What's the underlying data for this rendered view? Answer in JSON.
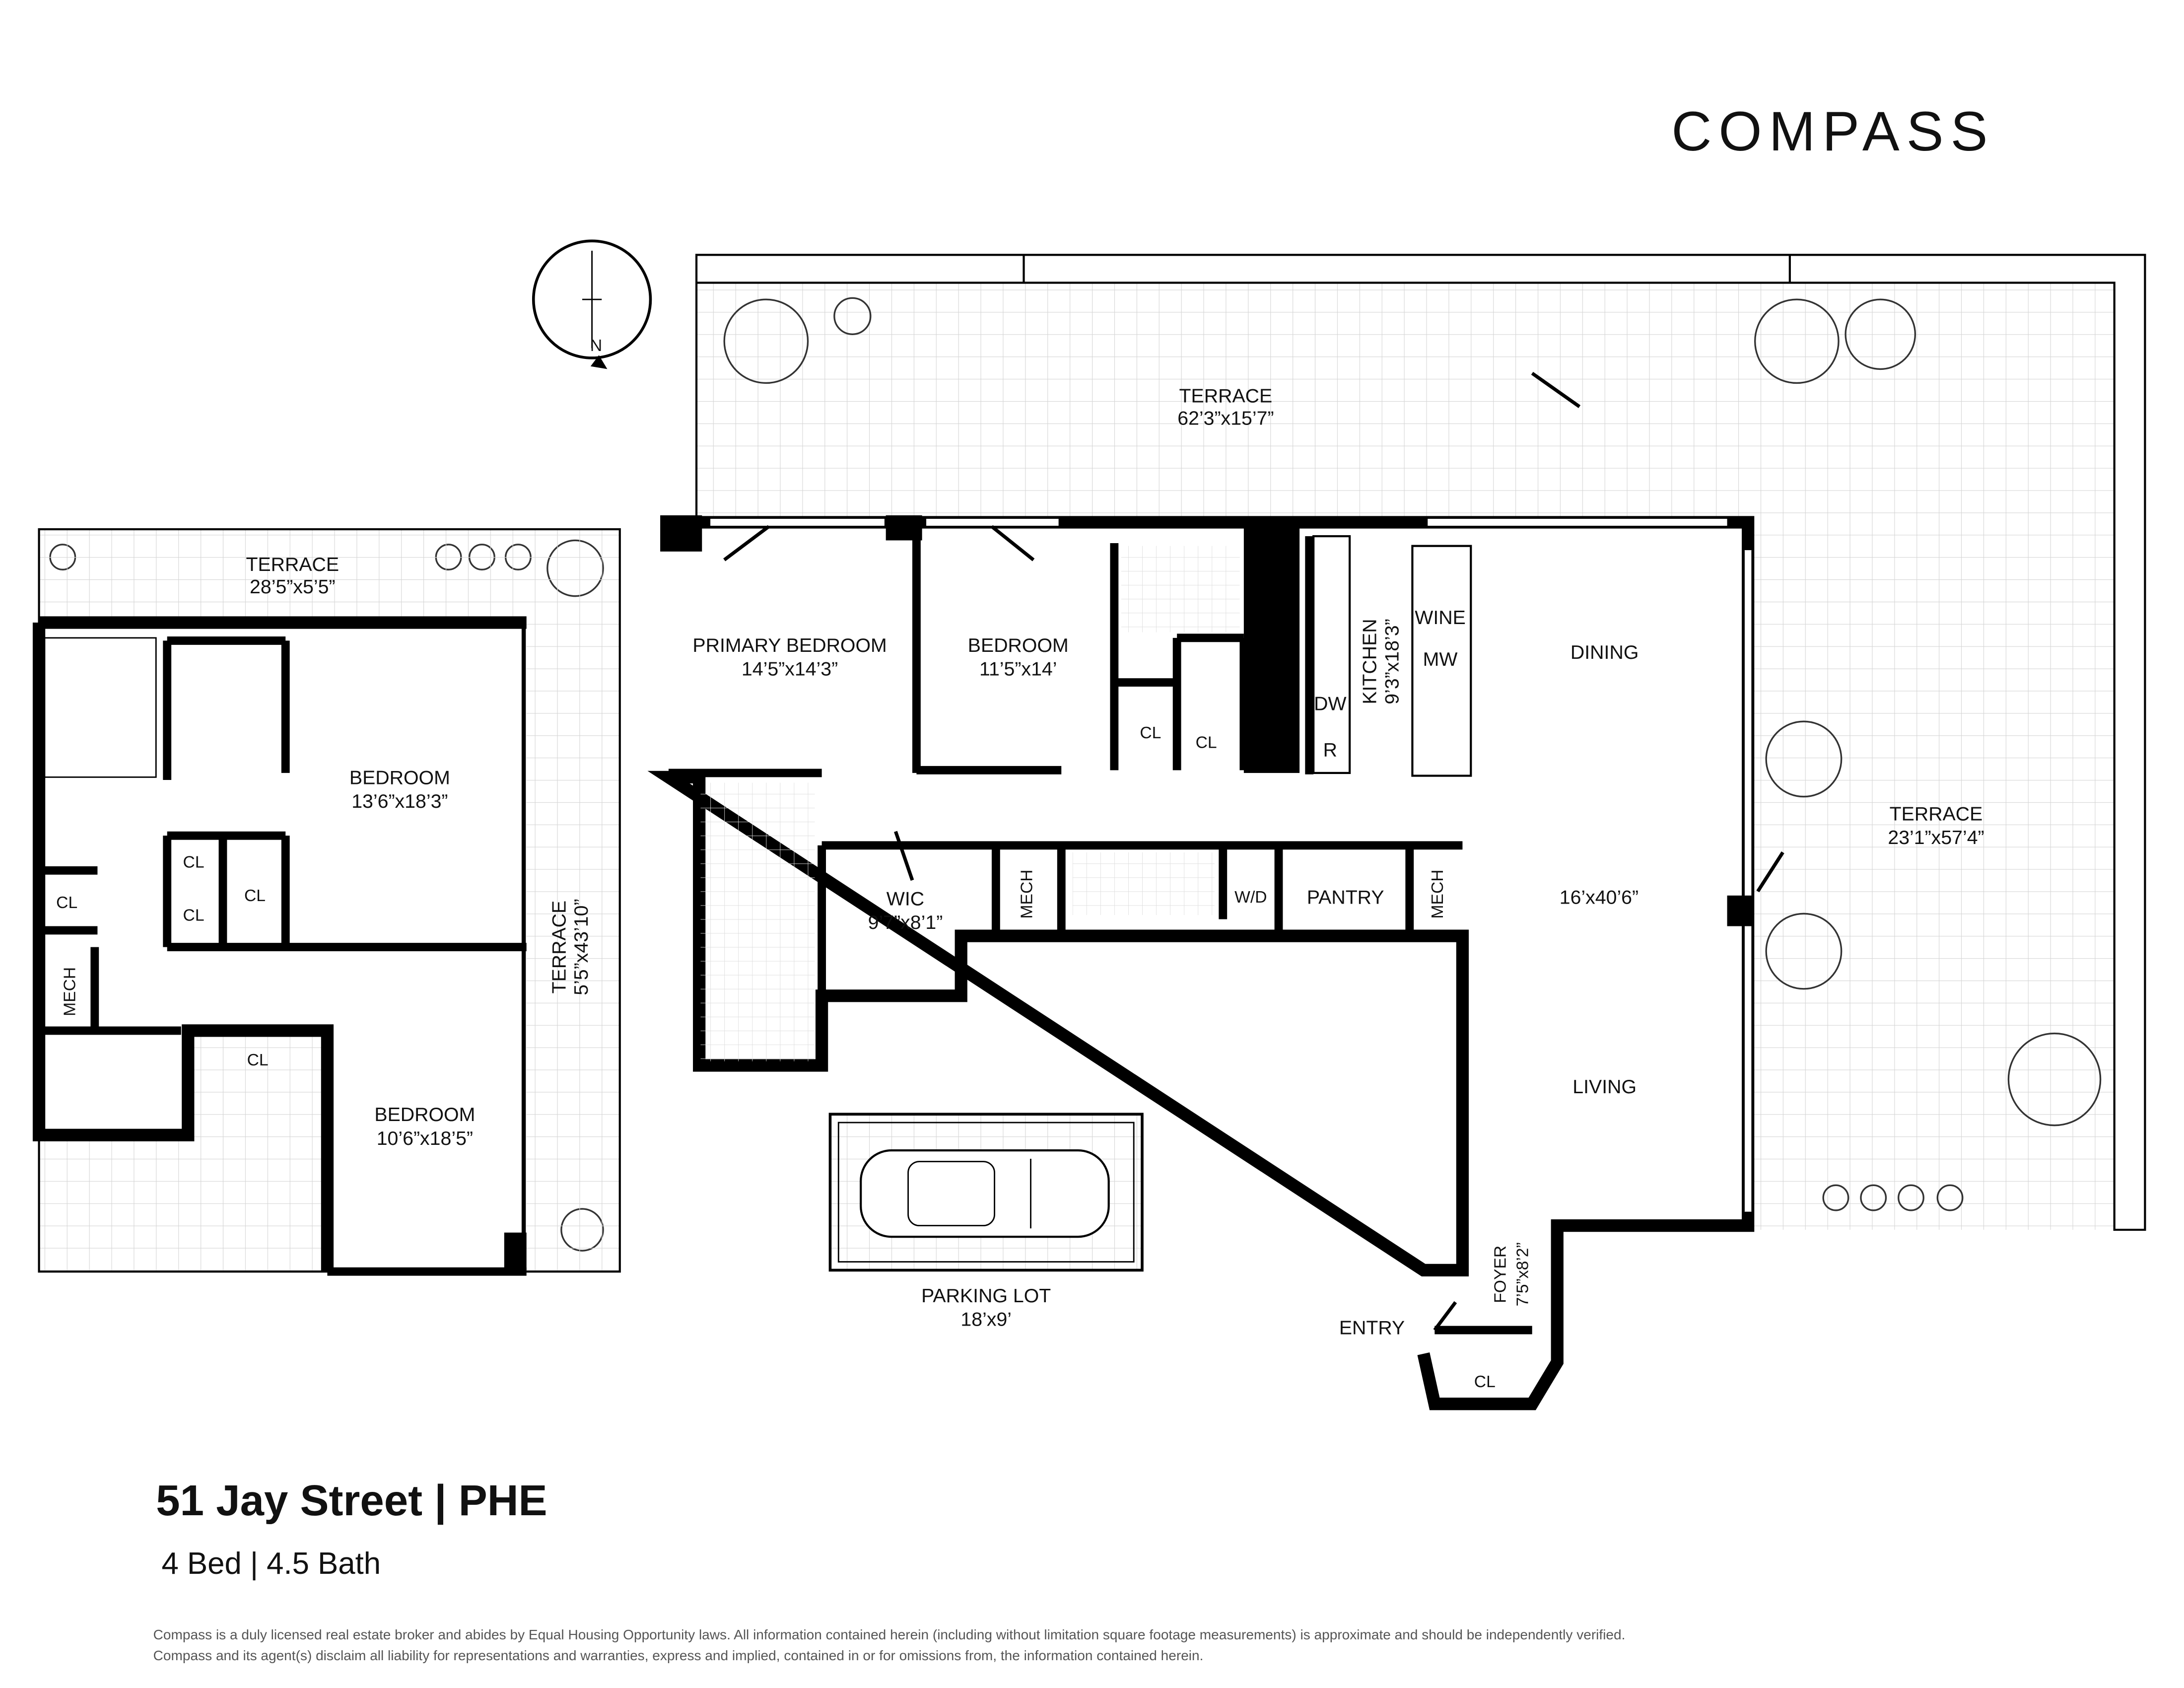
{
  "brand": {
    "logo": "COMPASS"
  },
  "listing": {
    "title": "51 Jay Street | PHE",
    "subtitle": "4 Bed | 4.5 Bath"
  },
  "compass_rose": {
    "label": "N",
    "icon": "north-arrow-icon"
  },
  "rooms": {
    "terrace_top": {
      "name": "TERRACE",
      "size": "62’3”x15’7”"
    },
    "terrace_right": {
      "name": "TERRACE",
      "size": "23’1”x57’4”"
    },
    "primary_bedroom": {
      "name": "PRIMARY BEDROOM",
      "size": "14’5”x14’3”"
    },
    "bedroom_main": {
      "name": "BEDROOM",
      "size": "11’5”x14’"
    },
    "kitchen": {
      "name": "KITCHEN",
      "size": "9’3”x18’3”"
    },
    "wine": "WINE",
    "mw": "MW",
    "dw": "DW",
    "r": "R",
    "dining": "DINING",
    "living_size": "16’x40’6”",
    "living": "LIVING",
    "wic": {
      "name": "WIC",
      "size": "9’7”x8’1”"
    },
    "mech1": "MECH",
    "wd": "W/D",
    "pantry": "PANTRY",
    "mech2": "MECH",
    "cl_a": "CL",
    "cl_b": "CL",
    "foyer": {
      "name": "FOYER",
      "size": "7’5”x8’2”"
    },
    "entry": "ENTRY",
    "cl_foyer": "CL",
    "parking": {
      "name": "PARKING LOT",
      "size": "18’x9’"
    },
    "upper_terrace_top": {
      "name": "TERRACE",
      "size": "28’5”x5’5”"
    },
    "upper_terrace_side": {
      "name": "TERRACE",
      "size": "5’5”x43’10”"
    },
    "upper_bedroom1": {
      "name": "BEDROOM",
      "size": "13’6”x18’3”"
    },
    "upper_bedroom2": {
      "name": "BEDROOM",
      "size": "10’6”x18’5”"
    },
    "upper_cl1": "CL",
    "upper_cl2": "CL",
    "upper_cl3": "CL",
    "upper_cl4": "CL",
    "upper_cl5": "CL",
    "upper_mech": "MECH"
  },
  "disclaimer": {
    "line1": "Compass is a duly licensed real estate broker and abides by Equal Housing Opportunity laws.  All information contained herein (including without limitation square footage measurements) is approximate and should be independently verified.",
    "line2": "Compass and its agent(s) disclaim all liability for representations and warranties, express and implied, contained in or for omissions from, the information contained herein."
  }
}
